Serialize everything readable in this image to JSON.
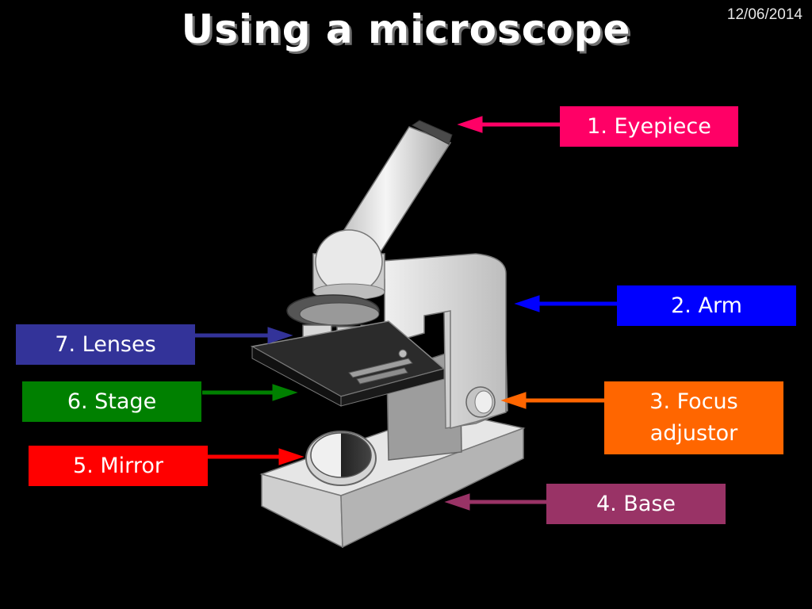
{
  "slide": {
    "title": "Using a microscope",
    "date": "12/06/2014"
  },
  "labels": [
    {
      "id": "eyepiece",
      "text": "1. Eyepiece",
      "color": "#ff0066"
    },
    {
      "id": "arm",
      "text": "2. Arm",
      "color": "#0000ff"
    },
    {
      "id": "focus",
      "text": "3. Focus adjustor",
      "color": "#ff6600"
    },
    {
      "id": "base",
      "text": "4. Base",
      "color": "#993366"
    },
    {
      "id": "mirror",
      "text": "5. Mirror",
      "color": "#ff0000"
    },
    {
      "id": "stage",
      "text": "6. Stage",
      "color": "#008000"
    },
    {
      "id": "lenses",
      "text": "7. Lenses",
      "color": "#333399"
    }
  ]
}
